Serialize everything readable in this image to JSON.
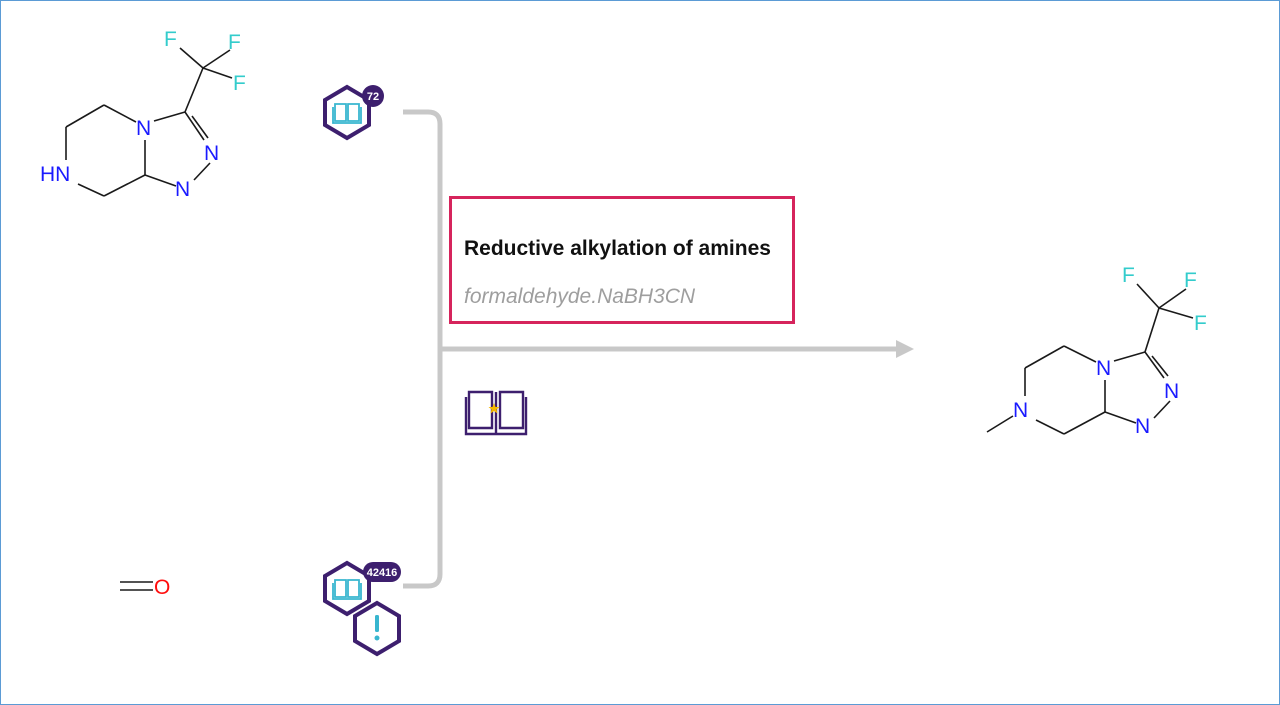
{
  "reaction": {
    "name": "Reductive alkylation of amines",
    "reagents": "formaldehyde.NaBH3CN"
  },
  "reactants": [
    {
      "badge_count": "72",
      "atoms": {
        "f1": "F",
        "f2": "F",
        "f3": "F",
        "n_ring": "N",
        "n2": "N",
        "n3": "N",
        "nh": "HN"
      }
    },
    {
      "badge_count": "42416",
      "atoms": {
        "o": "O"
      }
    }
  ],
  "product": {
    "atoms": {
      "f1": "F",
      "f2": "F",
      "f3": "F",
      "n_ring": "N",
      "n2": "N",
      "n3": "N",
      "n_me": "N"
    }
  },
  "colors": {
    "nitrogen": "#1a1aff",
    "fluorine": "#33cccc",
    "oxygen": "#ff0d0d",
    "bond": "#1a1a1a",
    "hex_purple": "#3d1f6e",
    "book_cyan": "#38b6cf",
    "connector": "#c8c8c8",
    "condition_border": "#d6245c",
    "star": "#f5b800"
  },
  "icons": [
    "book-icon",
    "warning-icon",
    "literature-star-icon",
    "arrow-head-icon"
  ]
}
